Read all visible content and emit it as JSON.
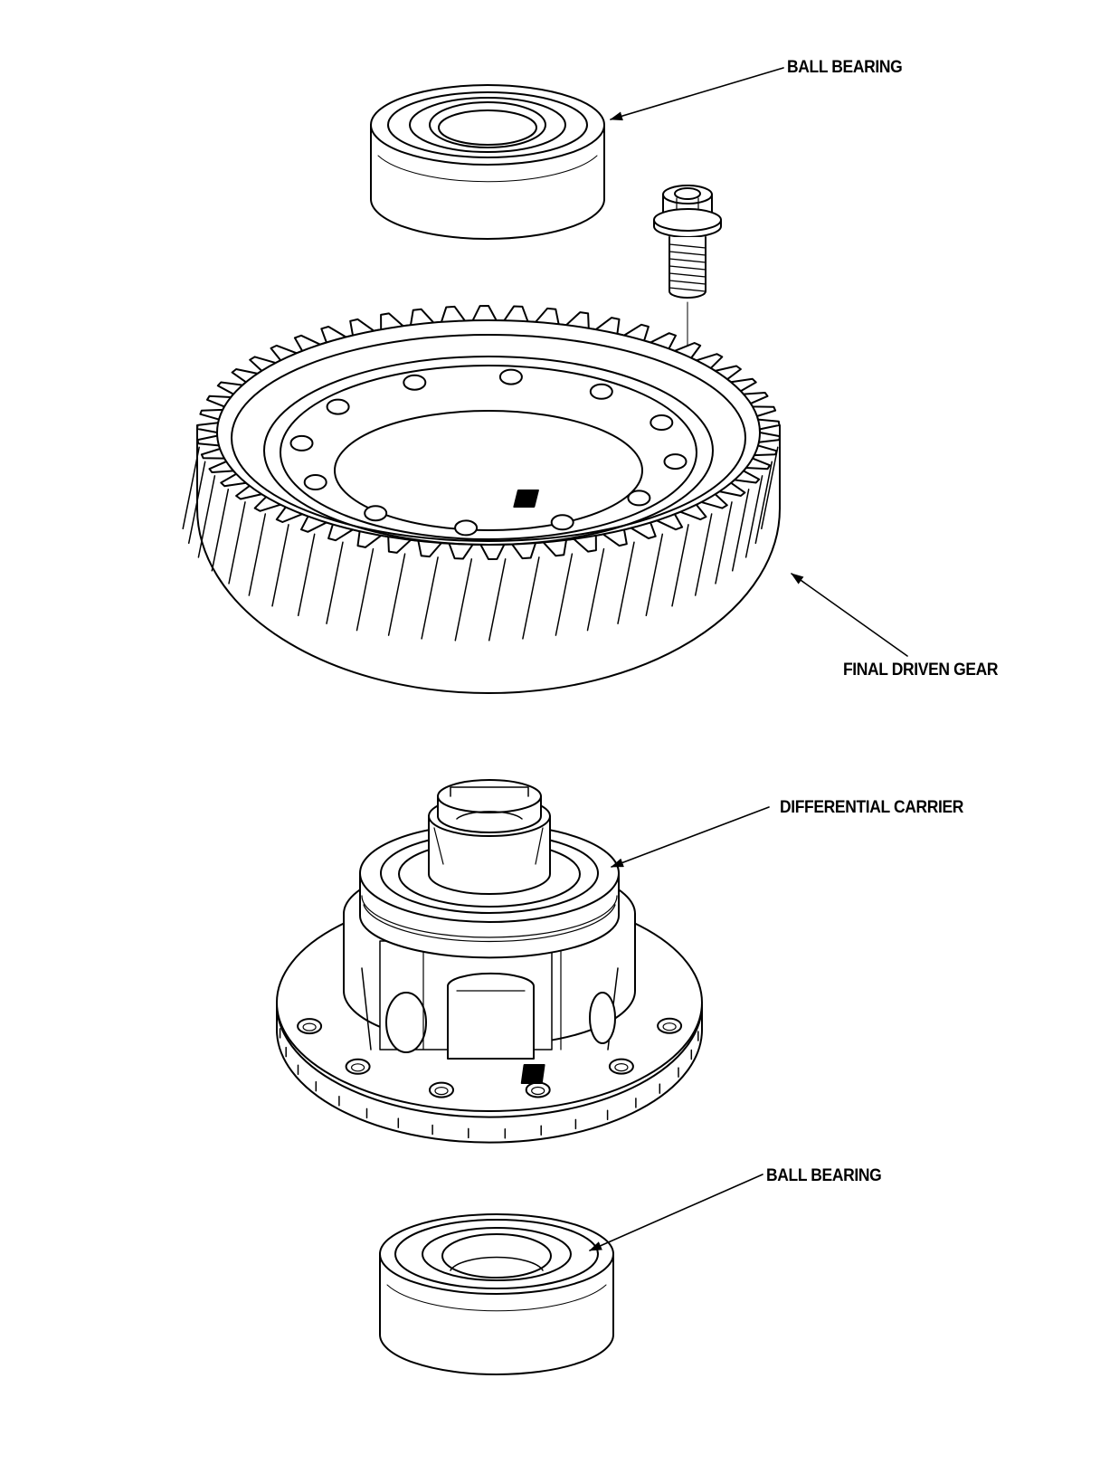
{
  "diagram": {
    "labels": {
      "ball_bearing_top": "BALL BEARING",
      "final_driven_gear": "FINAL DRIVEN GEAR",
      "differential_carrier": "DIFFERENTIAL CARRIER",
      "ball_bearing_bottom": "BALL BEARING"
    },
    "line_color": "#000000",
    "background": "#ffffff"
  }
}
